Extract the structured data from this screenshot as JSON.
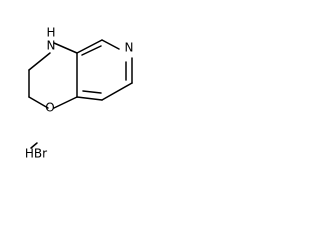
{
  "molecule": {
    "atoms": {
      "nh": {
        "symbol": "N",
        "hydrogen": "H"
      },
      "n_ring": {
        "symbol": "N"
      },
      "o": {
        "symbol": "O"
      },
      "salt": "HBr"
    }
  }
}
